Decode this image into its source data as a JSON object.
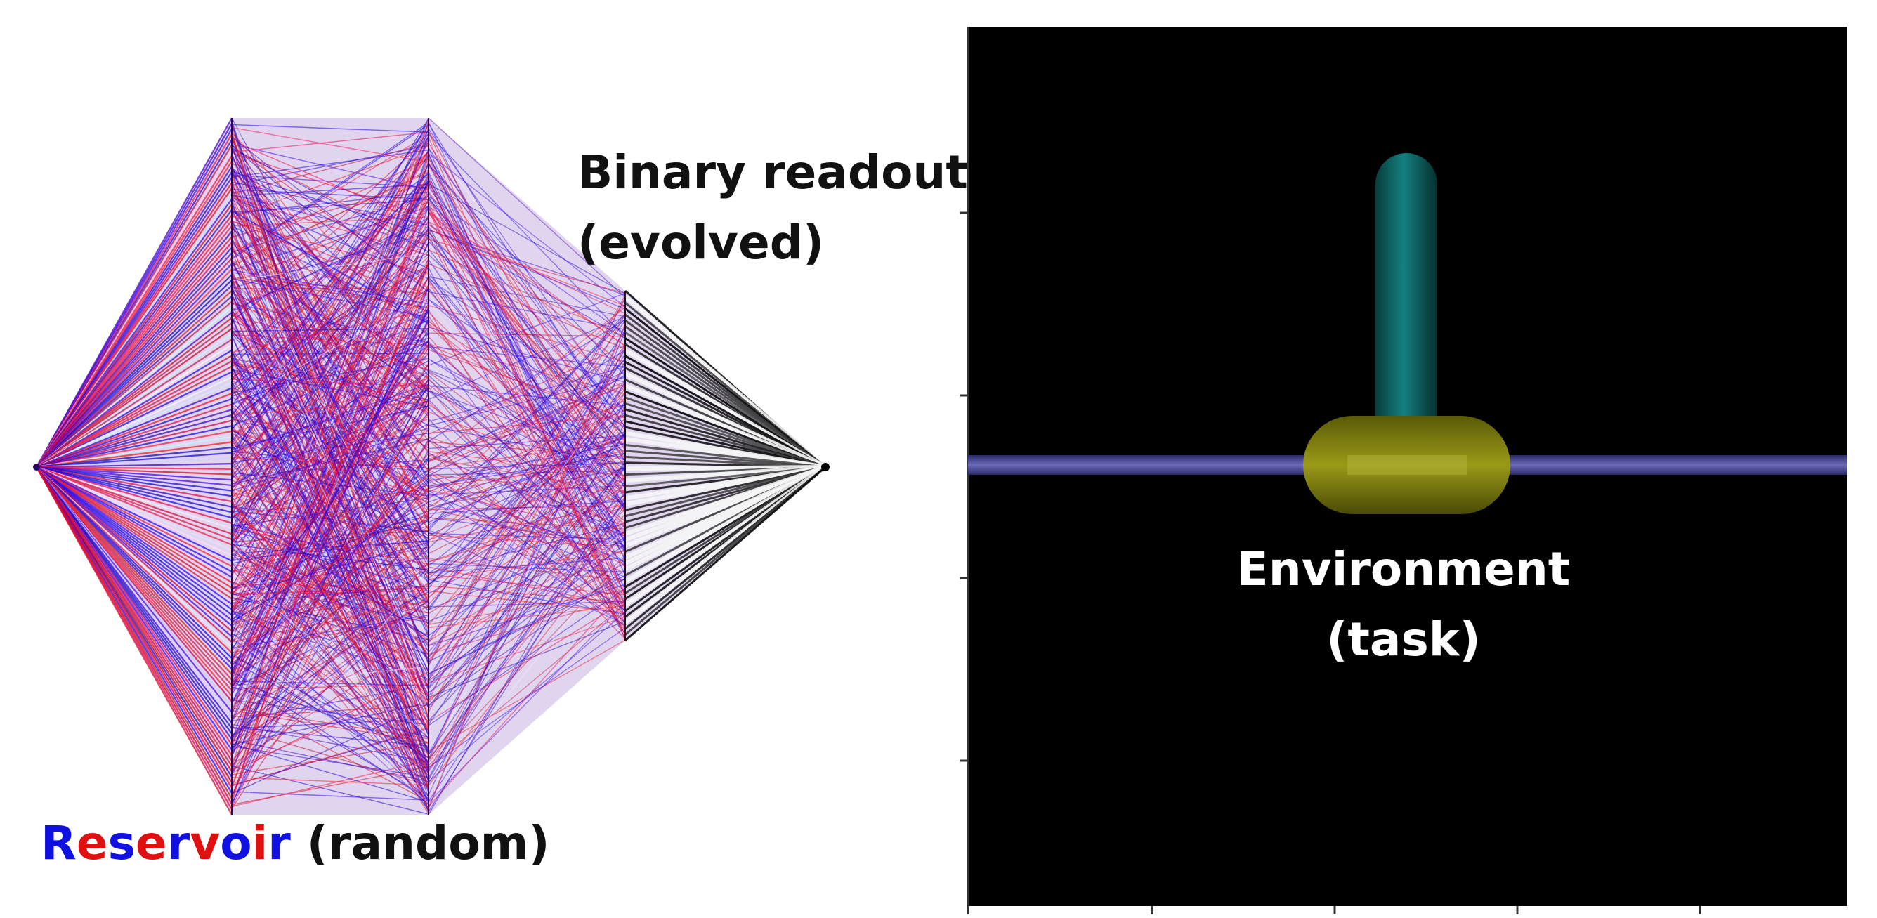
{
  "labels": {
    "readout_line1": "Binary readout",
    "readout_line2": "(evolved)",
    "reservoir_word": [
      "R",
      "e",
      "s",
      "e",
      "r",
      "v",
      "o",
      "i",
      "r"
    ],
    "reservoir_suffix": "(random)",
    "environment_line1": "Environment",
    "environment_line2": "(task)"
  },
  "colors": {
    "reservoir_blue": "#1010e0",
    "reservoir_red": "#e01010",
    "panel_background": "#000000",
    "pole": "#0f6b6b",
    "cart": "#8a8a10",
    "track": "#4a4a9a",
    "label_dark": "#111111",
    "label_light": "#ffffff"
  },
  "network": {
    "layers": [
      "input",
      "reservoir-layer-1",
      "reservoir-layer-2",
      "readout-layer",
      "output"
    ],
    "layer_sizes": [
      1,
      200,
      200,
      100,
      1
    ]
  }
}
